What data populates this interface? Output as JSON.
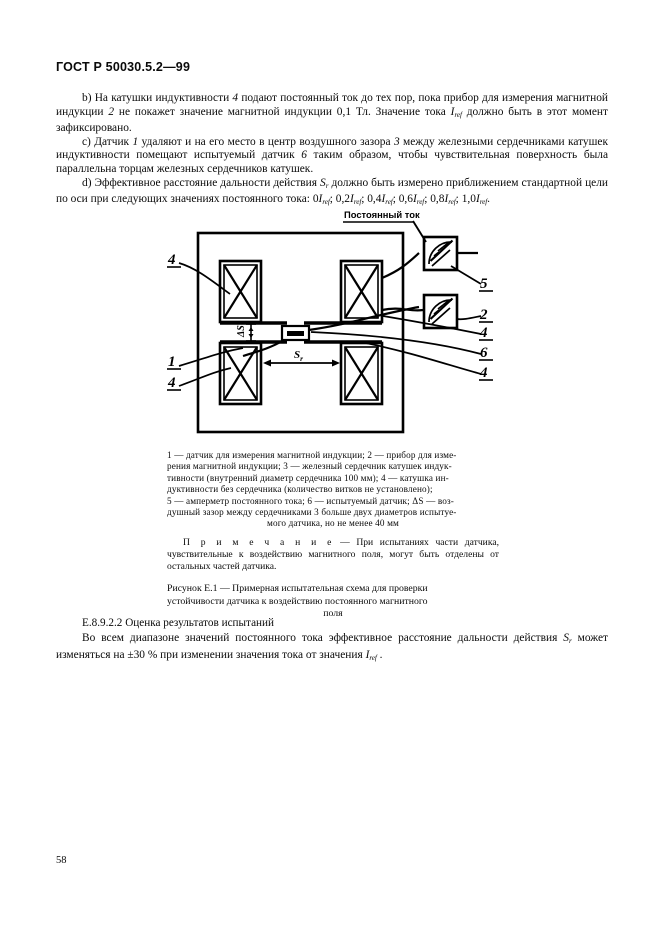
{
  "document": {
    "standard_header": "ГОСТ Р 50030.5.2—99",
    "page_number": "58"
  },
  "body": {
    "para_b_part1": "b) На катушки индуктивности ",
    "para_b_ref1": "4",
    "para_b_part2": " подают постоянный ток до тех пор, пока прибор для измерения магнитной индукции ",
    "para_b_ref2": "2",
    "para_b_part3": " не покажет значение магнитной индукции 0,1 Тл.  Значение тока ",
    "para_b_sym": "I",
    "para_b_sub": "ref",
    "para_b_part4": "  должно быть в этот момент зафиксировано.",
    "para_c_part1": "c) Датчик ",
    "para_c_ref1": "1",
    "para_c_part2": " удаляют и на его место в центр воздушного зазора ",
    "para_c_ref2": "3",
    "para_c_part3": " между железными сердечниками катушек индуктивности помещают испытуемый датчик ",
    "para_c_ref3": "6",
    "para_c_part4": " таким образом, чтобы чувствительная поверхность была параллельна торцам железных сердечников катушек.",
    "para_d_part1": "d) Эффективное расстояние дальности действия ",
    "para_d_sym": "S",
    "para_d_sub": "r",
    "para_d_part2": " должно быть измерено приближением стандартной цели по оси при следующих значениях постоянного тока: ",
    "para_d_values": "0I ; 0,2I ; 0,4I ; 0,6I ; 0,8I ; 1,0I .",
    "current_values": [
      "0",
      "0,2",
      "0,4",
      "0,6",
      "0,8",
      "1,0"
    ],
    "current_symbol": "I",
    "current_subscript": "ref"
  },
  "figure": {
    "supply_label": "Постоянный ток",
    "gap_label": "ΔS",
    "distance_label": "S",
    "distance_sub": "r",
    "callouts_left": [
      "4",
      "1",
      "4"
    ],
    "callouts_right": [
      "5",
      "2",
      "4",
      "6",
      "4"
    ],
    "legend": {
      "line1": "1 — датчик для измерения магнитной индукции;  2 — прибор для изме-",
      "line2": "рения магнитной индукции;   3 — железный сердечник катушек индук-",
      "line3": "тивности (внутренний диаметр сердечника 100 мм); 4 — катушка   ин-",
      "line4": "дуктивности  без  сердечника  (количество  витков  не  установлено);",
      "line5": "5 — амперметр постоянного тока;  6 — испытуемый датчик;  ΔS — воз-",
      "line6": "душный зазор между сердечниками 3 больше двух диаметров испытуе-",
      "line7": "мого датчика, но не менее 40 мм",
      "items": [
        {
          "num": "1",
          "text": "датчик для измерения магнитной индукции"
        },
        {
          "num": "2",
          "text": "прибор для измерения магнитной индукции"
        },
        {
          "num": "3",
          "text": "железный сердечник катушек индуктивности (внутренний диаметр сердечника 100 мм)"
        },
        {
          "num": "4",
          "text": "катушка индуктивности без сердечника (количество витков не установлено)"
        },
        {
          "num": "5",
          "text": "амперметр постоянного тока"
        },
        {
          "num": "6",
          "text": "испытуемый датчик"
        },
        {
          "num": "ΔS",
          "text": "воздушный зазор между сердечниками 3 больше двух диаметров испытуемого датчика, но не менее 40 мм"
        }
      ]
    },
    "note": {
      "label": "П р и м е ч а н и е",
      "dash": " — ",
      "text": "При испытаниях части датчика, чувствительные к воздействию магнитного поля, могут быть отделены от остальных частей датчика."
    },
    "caption": {
      "line1": "Рисунок Е.1 — Примерная  испытательная  схема  для  проверки",
      "line2": "устойчивости  датчика  к  воздействию  постоянного  магнитного",
      "line3": "поля",
      "full": "Рисунок Е.1 — Примерная испытательная схема для проверки устойчивости датчика к воздействию постоянного магнитного поля"
    }
  },
  "section": {
    "heading": "E.8.9.2.2 Оценка результатов испытаний",
    "text_part1": "Во всем диапазоне значений постоянного тока эффективное расстояние дальности действия ",
    "text_sym1": "S",
    "text_sub1": "r",
    "text_part2": " может изменяться на ±30 % при изменении значения тока от значения ",
    "text_sym2": "I",
    "text_sub2": "ref",
    "text_part3": " ."
  },
  "colors": {
    "ink": "#0a0a0a",
    "paper": "#ffffff"
  }
}
